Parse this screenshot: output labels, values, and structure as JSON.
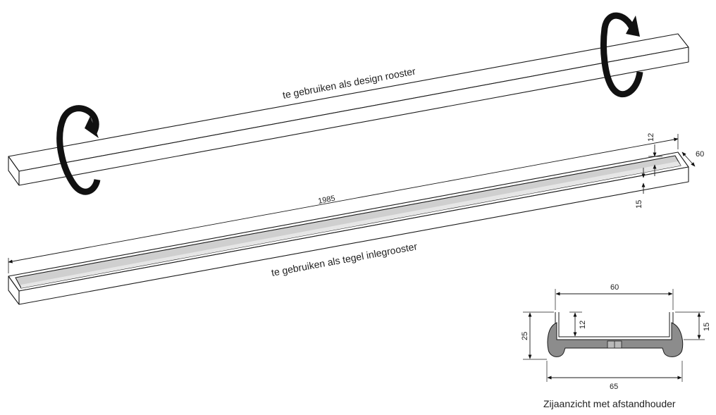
{
  "labels": {
    "design_grate": "te gebruiken als design rooster",
    "tile_grate": "te gebruiken als tegel inlegrooster",
    "side_view_caption": "Zijaanzicht met afstandhouder"
  },
  "top_view_dimensions": {
    "length": "1985",
    "width": "60",
    "depth_inner": "12",
    "depth_outer": "15"
  },
  "side_view_dimensions": {
    "top_width": "60",
    "bottom_width": "65",
    "total_height": "25",
    "inner_height": "12",
    "side_height": "15"
  },
  "colors": {
    "line": "#1a1a1a",
    "channel_fill": "#cfcfcf",
    "profile_fill": "#8c8c8c",
    "arrow_fill": "#111111"
  }
}
